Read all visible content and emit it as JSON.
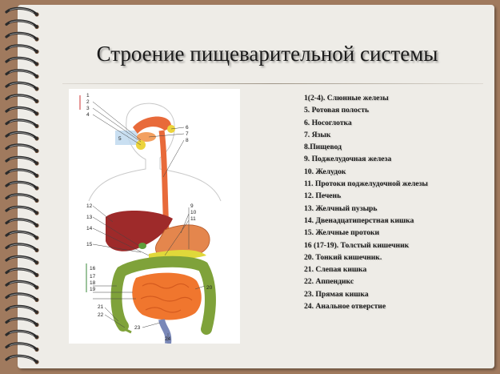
{
  "slide": {
    "title": "Строение пищеварительной системы"
  },
  "legend": [
    "1(2-4). Слюнные железы",
    "5. Ротовая полость",
    "6. Носоглотка",
    "7. Язык",
    "8.Пищевод",
    "9. Поджелудочная железа",
    "10. Желудок",
    "11. Протоки поджелудочной железы",
    "12. Печень",
    "13. Желчный пузырь",
    "14. Двенадцатиперстная кишка",
    "15. Желчные протоки",
    "16 (17-19). Толстый кишечник",
    "20. Тонкий кишечник.",
    "21. Слепая кишка",
    "22. Аппендикс",
    "23. Прямая кишка",
    "24. Анальное отверстие"
  ],
  "diagram_labels": {
    "l1": "1",
    "l2": "2",
    "l3": "3",
    "l4": "4",
    "l5": "5",
    "l6": "6",
    "l7": "7",
    "l8": "8",
    "l9": "9",
    "l10": "10",
    "l11": "11",
    "l12": "12",
    "l13": "13",
    "l14": "14",
    "l15": "15",
    "l16": "16",
    "l17": "17",
    "l18": "18",
    "l19": "19",
    "l20": "20",
    "l21": "21",
    "l22": "22",
    "l23": "23",
    "l24": "24"
  },
  "colors": {
    "background": "#a07a5e",
    "page": "#eeece7",
    "esophagus": "#e86a3a",
    "liver": "#9e2a2a",
    "stomach": "#e4864d",
    "small_intestine": "#f0762e",
    "large_intestine": "#7fa23a",
    "pancreas": "#e0d83a"
  }
}
